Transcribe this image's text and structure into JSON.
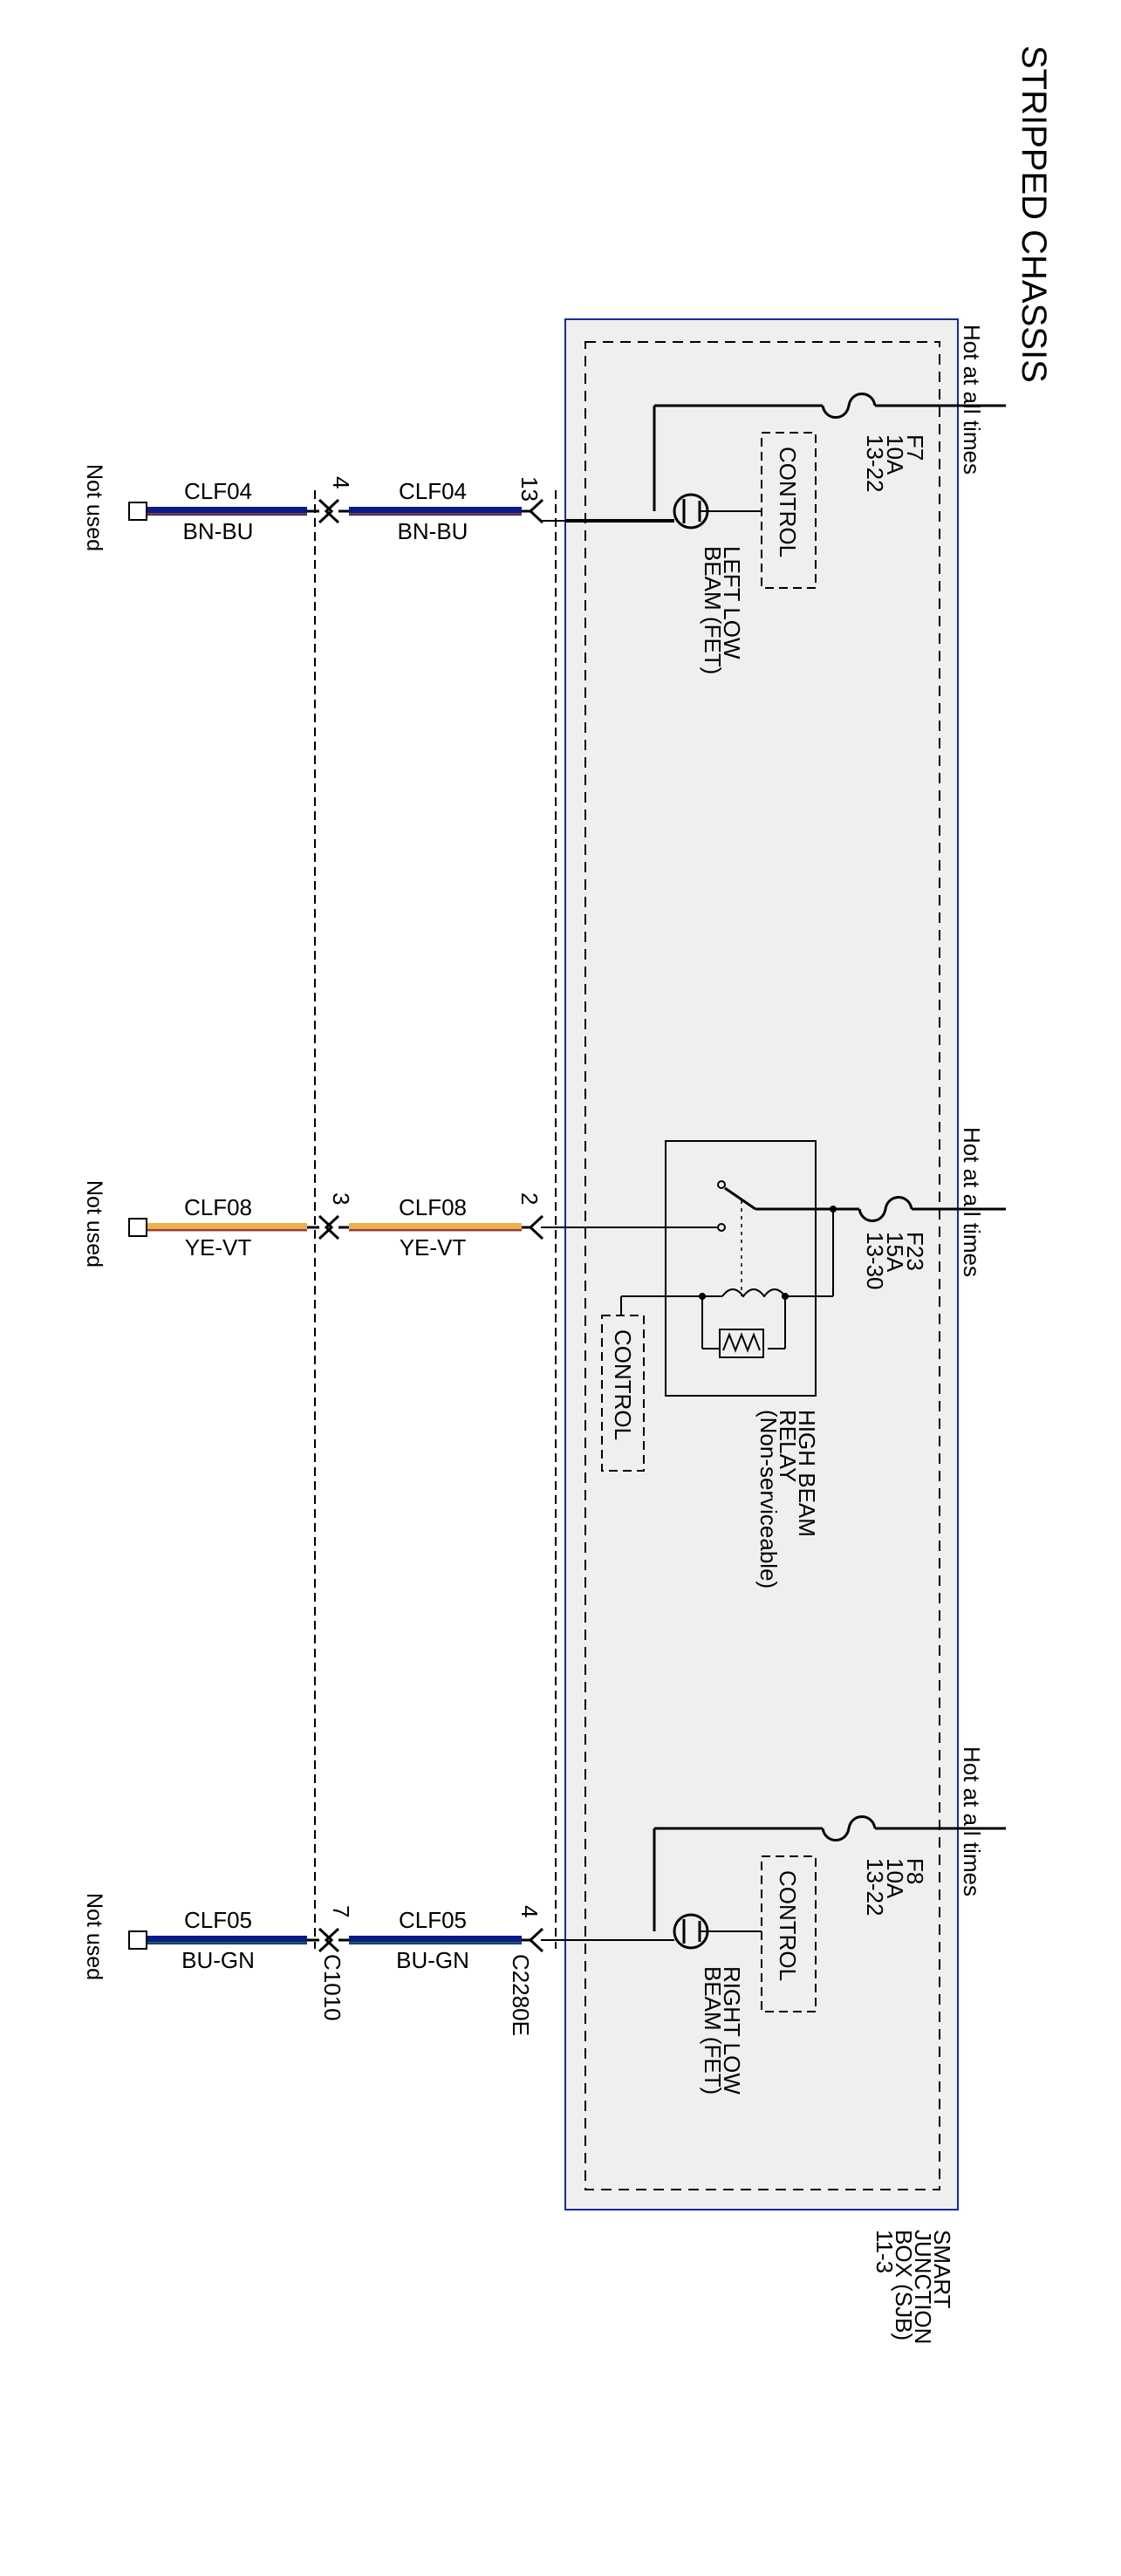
{
  "title": "STRIPPED CHASSIS",
  "sjb": {
    "label_lines": [
      "SMART",
      "JUNCTION",
      "BOX (SJB)",
      "11-3"
    ]
  },
  "power": {
    "hot_label": "Hot at all times"
  },
  "fuses": [
    {
      "id": "f7",
      "lines": [
        "F7",
        "10A",
        "13-22"
      ]
    },
    {
      "id": "f23",
      "lines": [
        "F23",
        "15A",
        "13-30"
      ]
    },
    {
      "id": "f8",
      "lines": [
        "F8",
        "10A",
        "13-22"
      ]
    }
  ],
  "control_label": "CONTROL",
  "fets": [
    {
      "id": "left",
      "lines": [
        "LEFT LOW",
        "BEAM (FET)"
      ]
    },
    {
      "id": "right",
      "lines": [
        "RIGHT LOW",
        "BEAM (FET)"
      ]
    }
  ],
  "relay": {
    "lines": [
      "HIGH BEAM",
      "RELAY",
      "(Non-serviceable)"
    ]
  },
  "connectors": {
    "inner": "C2280E",
    "outer": "C1010"
  },
  "circuits": [
    {
      "id": "clf04",
      "circuit": "CLF04",
      "color_code": "BN-BU",
      "pin_inner": "13",
      "pin_outer": "4",
      "end_label": "Not used",
      "stripe_main": "#0a1a8c",
      "stripe_trace": "#8b3a2a"
    },
    {
      "id": "clf08",
      "circuit": "CLF08",
      "color_code": "YE-VT",
      "pin_inner": "2",
      "pin_outer": "3",
      "end_label": "Not used",
      "stripe_main": "#f0b040",
      "stripe_trace": "#7a3a8c"
    },
    {
      "id": "clf05",
      "circuit": "CLF05",
      "color_code": "BU-GN",
      "pin_inner": "4",
      "pin_outer": "7",
      "end_label": "Not used",
      "stripe_main": "#0a1a8c",
      "stripe_trace": "#1a6a3a"
    }
  ],
  "colors": {
    "sjb_border": "#1a2a9c",
    "sjb_fill": "#efefef"
  }
}
